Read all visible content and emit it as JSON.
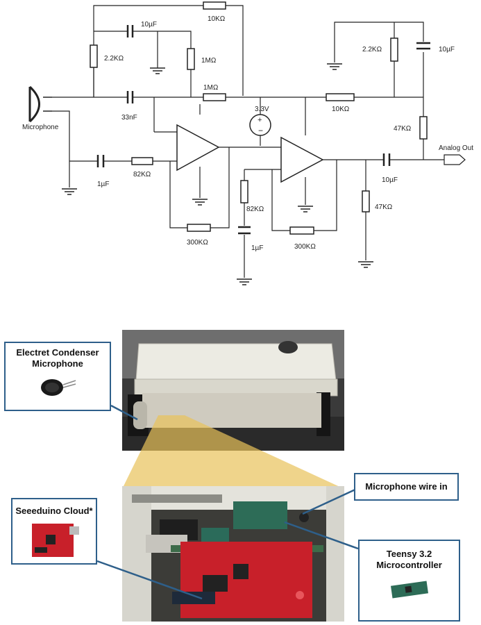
{
  "schematic": {
    "labels": {
      "r_top": "10KΩ",
      "c_top": "10µF",
      "r_22k_left": "2.2KΩ",
      "r_1m_upper": "1MΩ",
      "r_1m_lower": "1MΩ",
      "c_33n": "33nF",
      "microphone": "Microphone",
      "supply": "3.3V",
      "r_10k_mid": "10KΩ",
      "r_22k_right": "2.2KΩ",
      "c_10u_right": "10µF",
      "r_47k_upper": "47KΩ",
      "analog_out": "Analog Out",
      "c_1u_left": "1µF",
      "r_82k_left": "82KΩ",
      "r_82k_mid": "82KΩ",
      "c_10u_out": "10µF",
      "r_47k_lower": "47KΩ",
      "r_300k_left": "300KΩ",
      "r_300k_right": "300KΩ",
      "c_1u_mid": "1µF"
    }
  },
  "photos": {
    "callouts": {
      "mic_title": "Electret Condenser Microphone",
      "seeeduino": "Seeeduino Cloud*",
      "wire_in": "Microphone wire in",
      "teensy": "Teensy 3.2 Microcontroller"
    }
  },
  "colors": {
    "callout_border": "#2e5f8a",
    "pcb_red": "#c8202a",
    "highlight": "#e8c25a"
  }
}
